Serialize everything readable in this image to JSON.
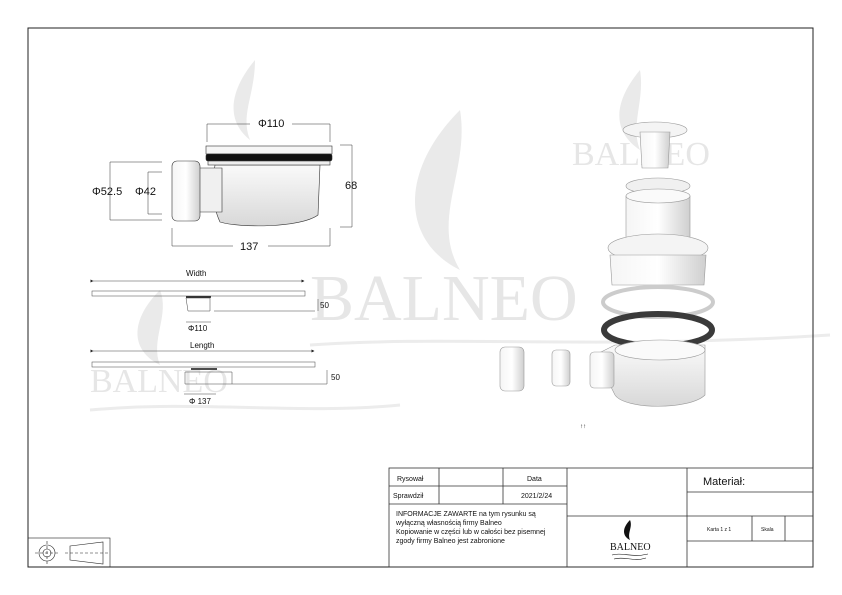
{
  "dimensions": {
    "top_diameter": "Φ110",
    "outer_diameter": "Φ52.5",
    "inner_diameter": "Φ42",
    "height": "68",
    "length": "137"
  },
  "install_views": {
    "width_label": "Width",
    "width_depth": "50",
    "width_diameter": "Φ110",
    "length_label": "Length",
    "length_depth": "50",
    "length_diameter": "Φ 137"
  },
  "watermark": "BALNEO",
  "exploded_label": "↑↑",
  "title_block": {
    "drawn_label": "Rysował",
    "checked_label": "Sprawdził",
    "date_label": "Data",
    "date_value": "2021/2/24",
    "notice": [
      "INFORMACJE ZAWARTE na tym rysunku są",
      "wyłączną własnością firmy Balneo",
      "Kopiowanie w części lub w całości bez pisemnej",
      "zgody firmy Balneo jest zabronione"
    ],
    "logo_text": "BALNEO",
    "material_label": "Materiał:",
    "sheet_label": "Karta 1 z 1",
    "scale_label": "Skala"
  }
}
